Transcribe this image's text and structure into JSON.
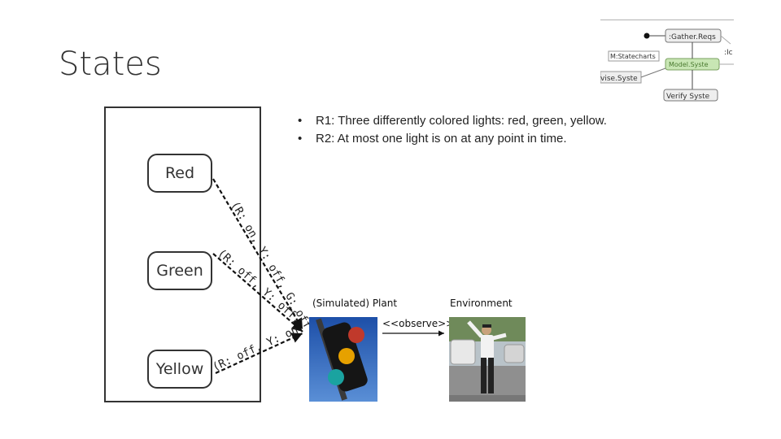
{
  "slide": {
    "title": "States",
    "bullets": [
      "R1: Three differently colored lights: red, green, yellow.",
      "R2: At most one light is on at any point in time."
    ]
  },
  "states": [
    {
      "label": "Red"
    },
    {
      "label": "Green"
    },
    {
      "label": "Yellow"
    }
  ],
  "transitions": [
    {
      "label": "(R: on, Y: off, G: off)"
    },
    {
      "label": "(R: off, Y: off, G: on)"
    },
    {
      "label": "(R: off, Y: on, G: off)"
    }
  ],
  "plant": {
    "caption": "(Simulated) Plant"
  },
  "environment": {
    "caption": "Environment"
  },
  "relation": {
    "label": "<<observe>>"
  },
  "thumbnail": {
    "nodes": [
      ":Gather.Reqs",
      "M:Statecharts",
      "Model.Syste",
      "vise.Syste",
      "Verify Syste",
      ":Ic"
    ]
  },
  "colors": {
    "model_highlight": "#c8e6b4",
    "light_red": "#c0392b",
    "light_amber": "#e6a100",
    "light_teal": "#1aa3a0"
  }
}
